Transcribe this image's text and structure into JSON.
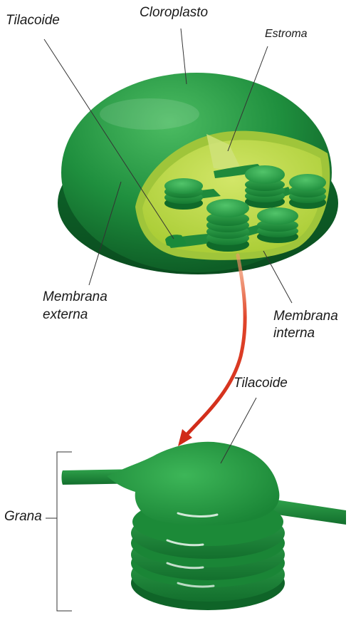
{
  "labels": {
    "tilacoide_top": "Tilacoide",
    "cloroplasto": "Cloroplasto",
    "estroma": "Estroma",
    "membrana_externa_1": "Membrana",
    "membrana_externa_2": "externa",
    "membrana_interna_1": "Membrana",
    "membrana_interna_2": "interna",
    "tilacoide_bottom": "Tilacoide",
    "grana": "Grana"
  },
  "colors": {
    "chloroplast_green": "#1f8f3e",
    "stroma_lime": "#b4d43a",
    "thylakoid_green": "#1c8a3a",
    "arrow_red": "#d9321f"
  }
}
